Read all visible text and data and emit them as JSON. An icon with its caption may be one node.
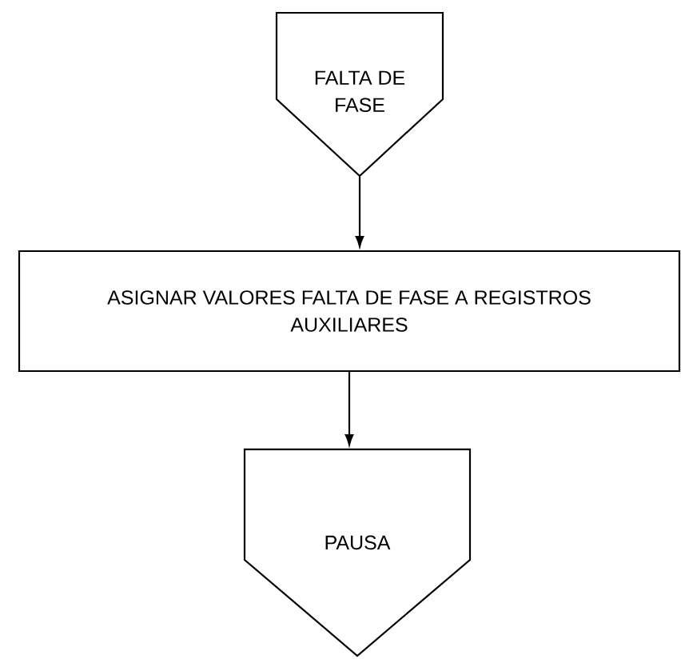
{
  "diagram": {
    "nodes": [
      {
        "text": [
          "FALTA DE FASE"
        ]
      },
      {
        "text": [
          "ASIGNAR VALORES FALTA DE FASE A REGISTROS AUXILIARES"
        ]
      },
      {
        "text": [
          "PAUSA"
        ]
      }
    ],
    "edges": [
      {
        "from": 0,
        "to": 1,
        "arrow": "to"
      },
      {
        "from": 1,
        "to": 2,
        "arrow": "to"
      }
    ]
  }
}
